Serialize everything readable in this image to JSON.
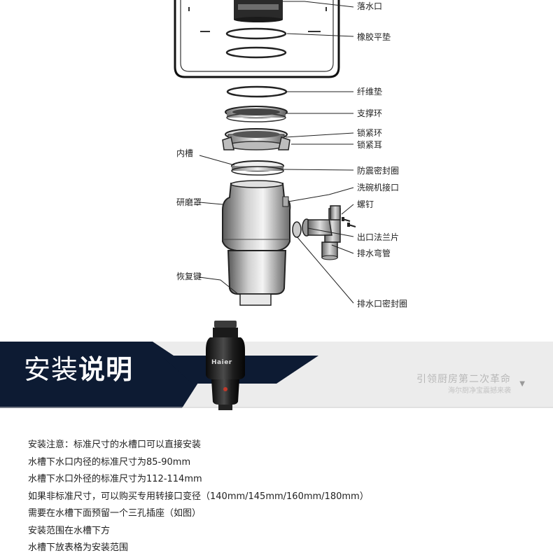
{
  "diagram": {
    "labels": {
      "drain_outlet": "落水口",
      "rubber_gasket": "橡胶平垫",
      "fiber_gasket": "纤维垫",
      "support_ring": "支撑环",
      "lock_ring": "锁紧环",
      "lock_ear": "锁紧耳",
      "inner_tank": "内槽",
      "shockproof_seal": "防震密封圈",
      "dishwasher_inlet": "洗碗机接口",
      "grinding_cover": "研磨罩",
      "screw": "螺钉",
      "outlet_flange": "出口法兰片",
      "drain_elbow": "排水弯管",
      "reset_key": "恢复键",
      "drain_seal": "排水口密封圈"
    }
  },
  "banner": {
    "title_light": "安装",
    "title_bold": "说明",
    "brand_logo": "Haier",
    "slogan_main": "引领厨房第二次革命",
    "slogan_sub": "海尔厨净宝震撼来袭",
    "arrow_icon": "triangle-down-icon",
    "colors": {
      "navy": "#0d1b33",
      "banner_bg": "#ececec",
      "accent_line": "#6f7a8a"
    }
  },
  "notes": [
    "安装注意：标准尺寸的水槽口可以直接安装",
    "水槽下水口内径的标准尺寸为85-90mm",
    "水槽下水口外径的标准尺寸为112-114mm",
    "如果非标准尺寸，可以购买专用转接口变径（140mm/145mm/160mm/180mm）",
    "需要在水槽下面预留一个三孔插座（如图）",
    "安装范围在水槽下方",
    "水槽下放表格为安装范围"
  ]
}
